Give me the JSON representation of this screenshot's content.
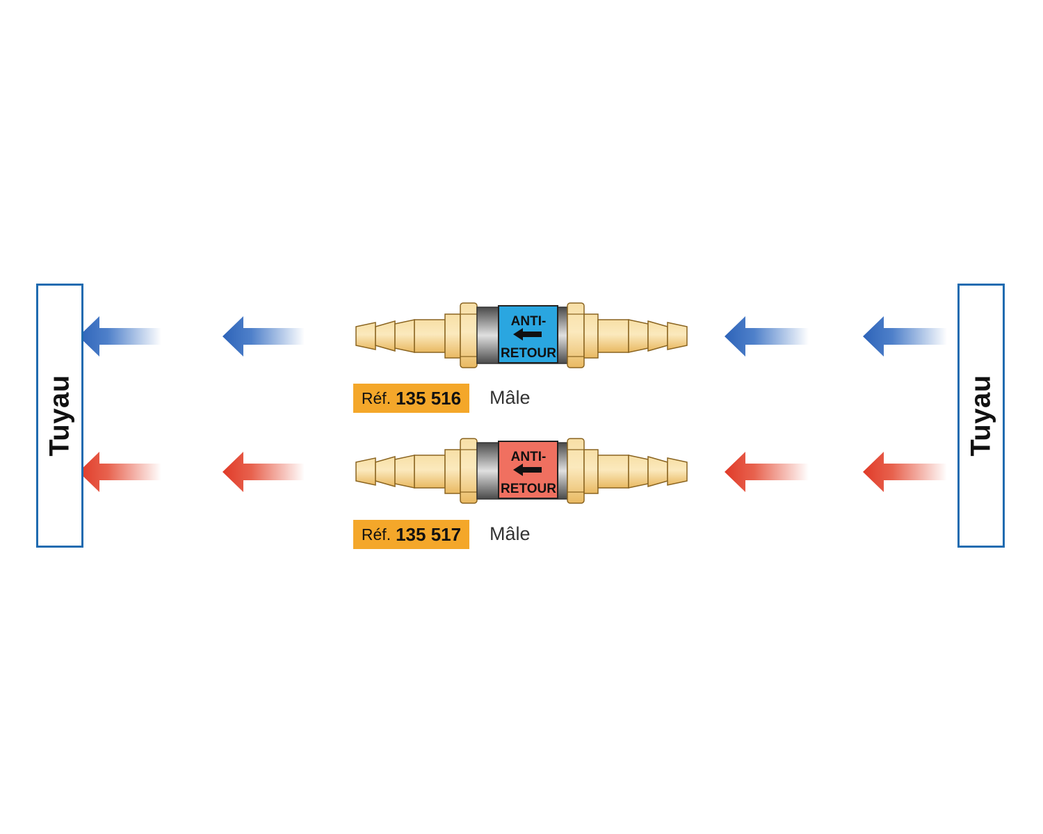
{
  "pipes": {
    "left_label": "Tuyau",
    "right_label": "Tuyau",
    "border_color": "#1f6bb0"
  },
  "valves": [
    {
      "label_line1": "ANTI-",
      "label_line2": "RETOUR",
      "label_color": "#2aa6e0",
      "arrow_color": "#2d63b8",
      "ref_prefix": "Réf.",
      "ref_number": "135 516",
      "type": "Mâle"
    },
    {
      "label_line1": "ANTI-",
      "label_line2": "RETOUR",
      "label_color": "#f07060",
      "arrow_color": "#e03a28",
      "ref_prefix": "Réf.",
      "ref_number": "135 517",
      "type": "Mâle"
    }
  ],
  "colors": {
    "brass": "#f5d28a",
    "brass_dark": "#c98f2a",
    "badge": "#f4a72a",
    "steel_light": "#dcdcdc",
    "steel_dark": "#5a5a5a"
  },
  "icons": {
    "flow_arrow": "left-arrow-icon",
    "valve_arrow": "left-arrow-icon"
  }
}
